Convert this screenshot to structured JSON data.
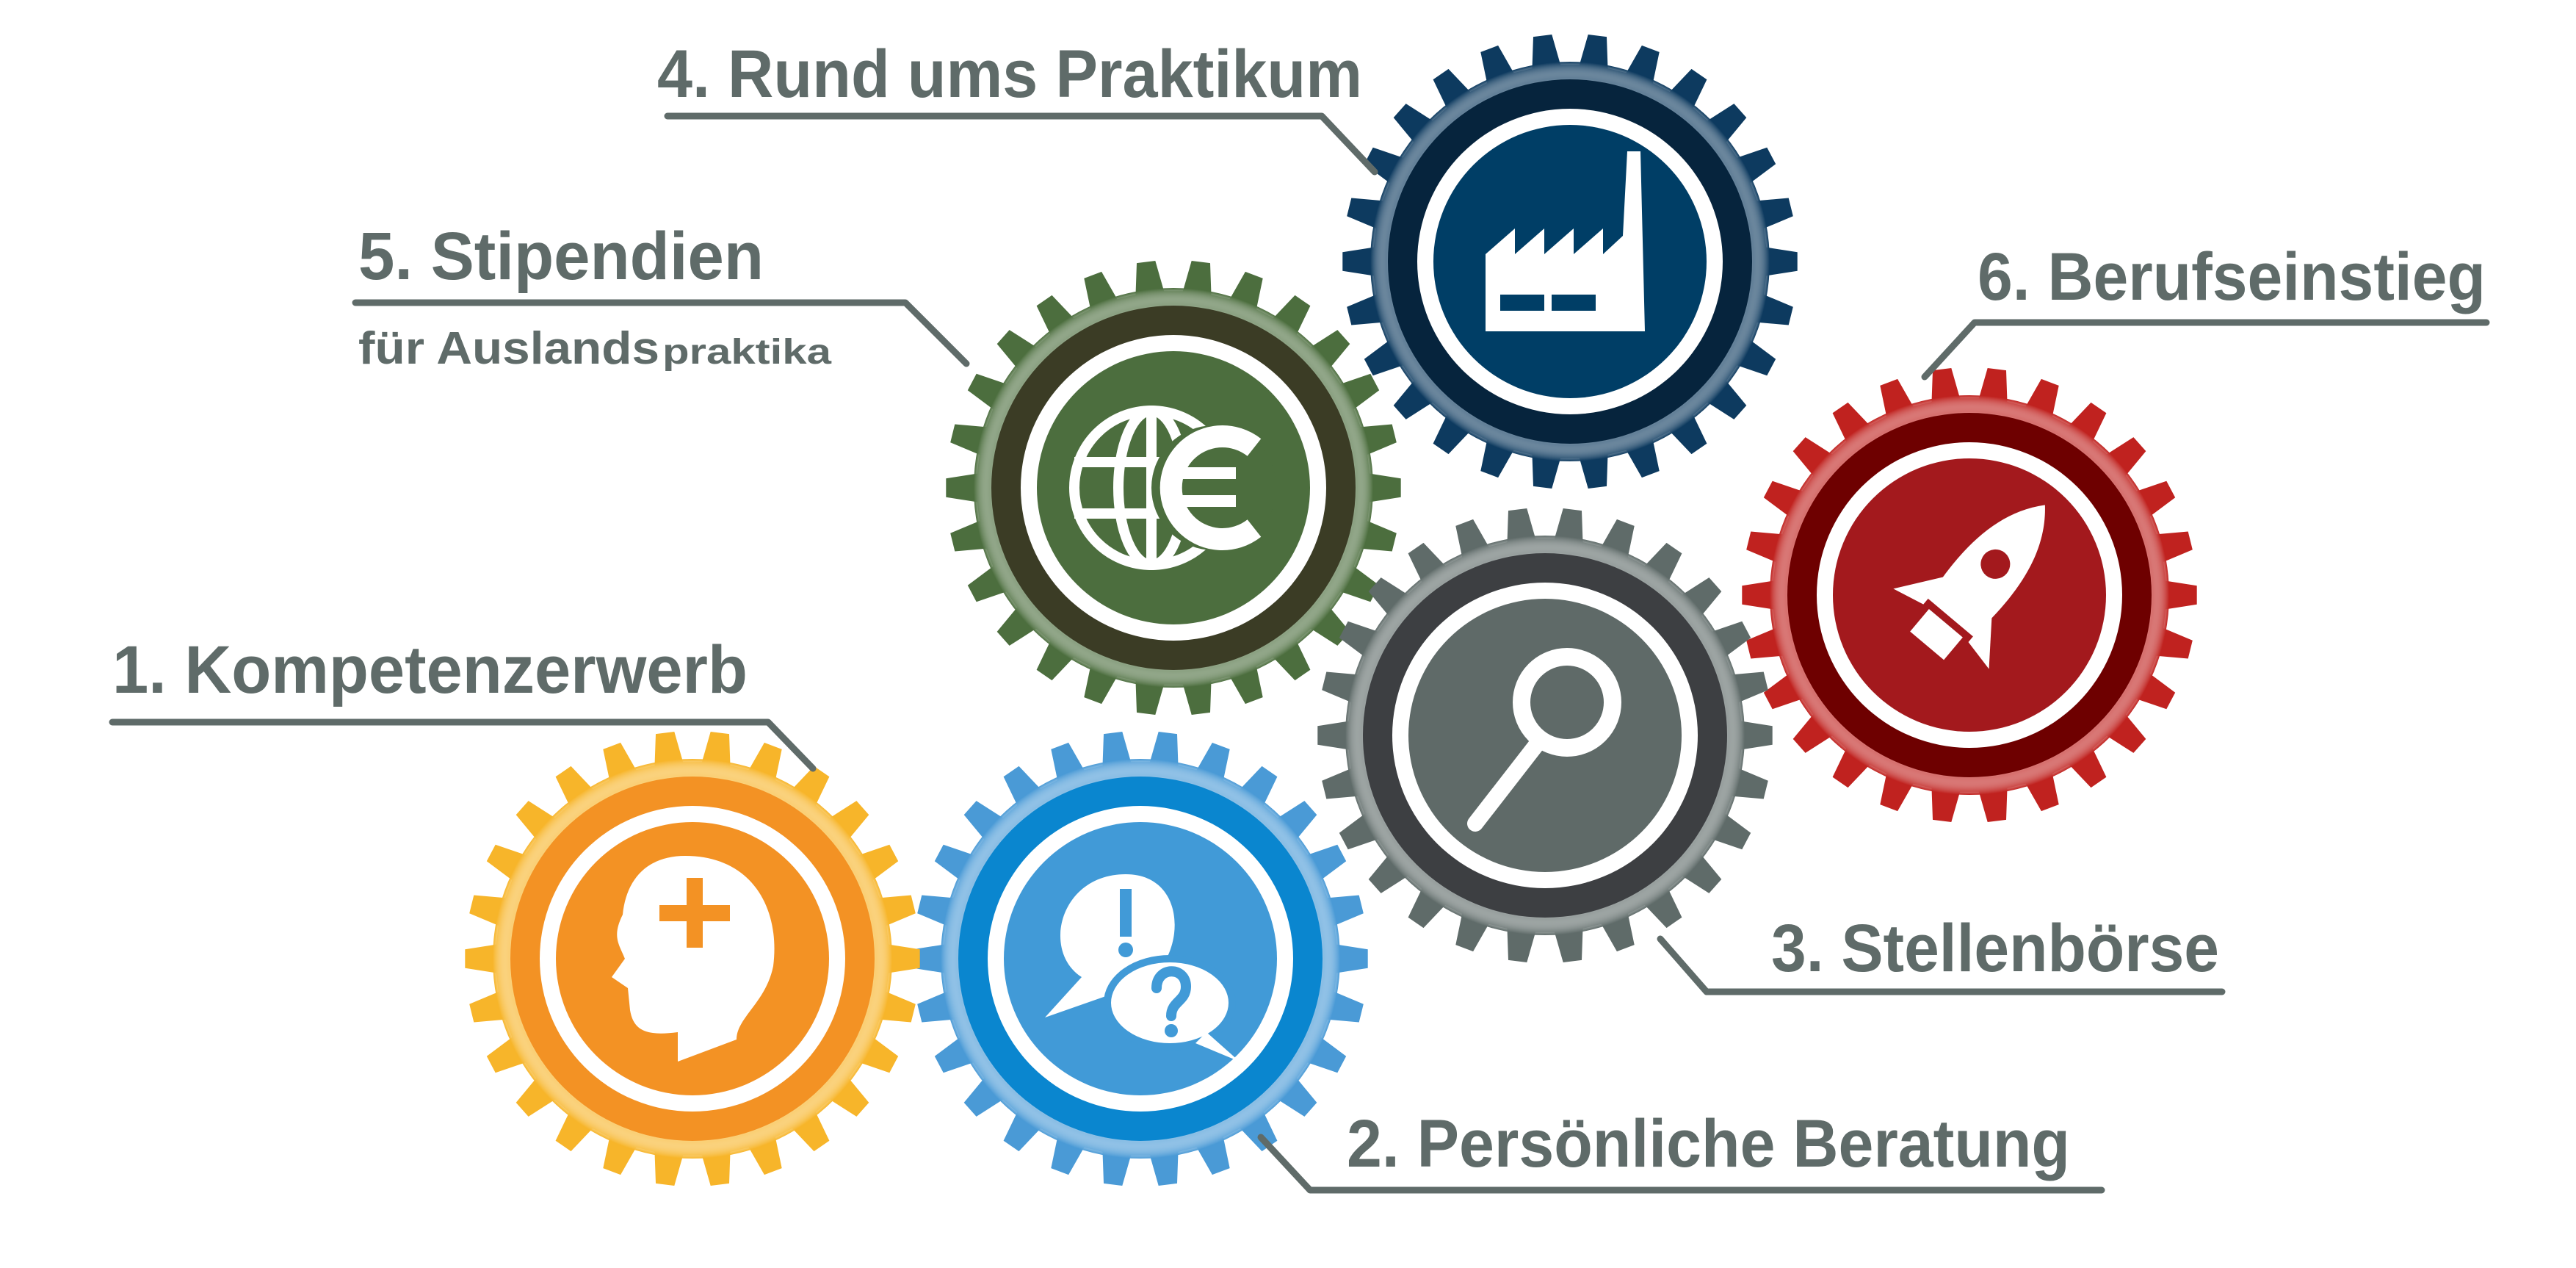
{
  "labels": {
    "step1": "1. Kompetenzerwerb",
    "step2": "2. Persönliche Beratung",
    "step3": "3. Stellenbörse",
    "step4": "4. Rund ums Praktikum",
    "step5": "5. Stipendien",
    "step5_sub_a": "für Auslands",
    "step5_sub_b": "praktika",
    "step6": "6. Berufseinstieg"
  },
  "gears": [
    {
      "id": "step5",
      "icon": "globe-euro-icon",
      "teeth": "#4c6e3e",
      "ring": "#3b3c25",
      "inner": "#4c6e3e"
    },
    {
      "id": "step4",
      "icon": "factory-icon",
      "teeth": "#0d3a5f",
      "ring": "#06243d",
      "inner": "#003e66"
    },
    {
      "id": "step6",
      "icon": "rocket-icon",
      "teeth": "#c0221f",
      "ring": "#6e0000",
      "inner": "#a3191d"
    },
    {
      "id": "step3",
      "icon": "magnifier-icon",
      "teeth": "#5f6b69",
      "ring": "#3d3f42",
      "inner": "#5f6a68"
    },
    {
      "id": "step2",
      "icon": "speech-bubbles-icon",
      "teeth": "#4a9ad6",
      "ring": "#0a86cf",
      "inner": "#419ad7"
    },
    {
      "id": "step1",
      "icon": "head-plus-icon",
      "teeth": "#f7b52a",
      "ring": "#f39224",
      "inner": "#f39224"
    }
  ],
  "text_color": "#5f6b69"
}
